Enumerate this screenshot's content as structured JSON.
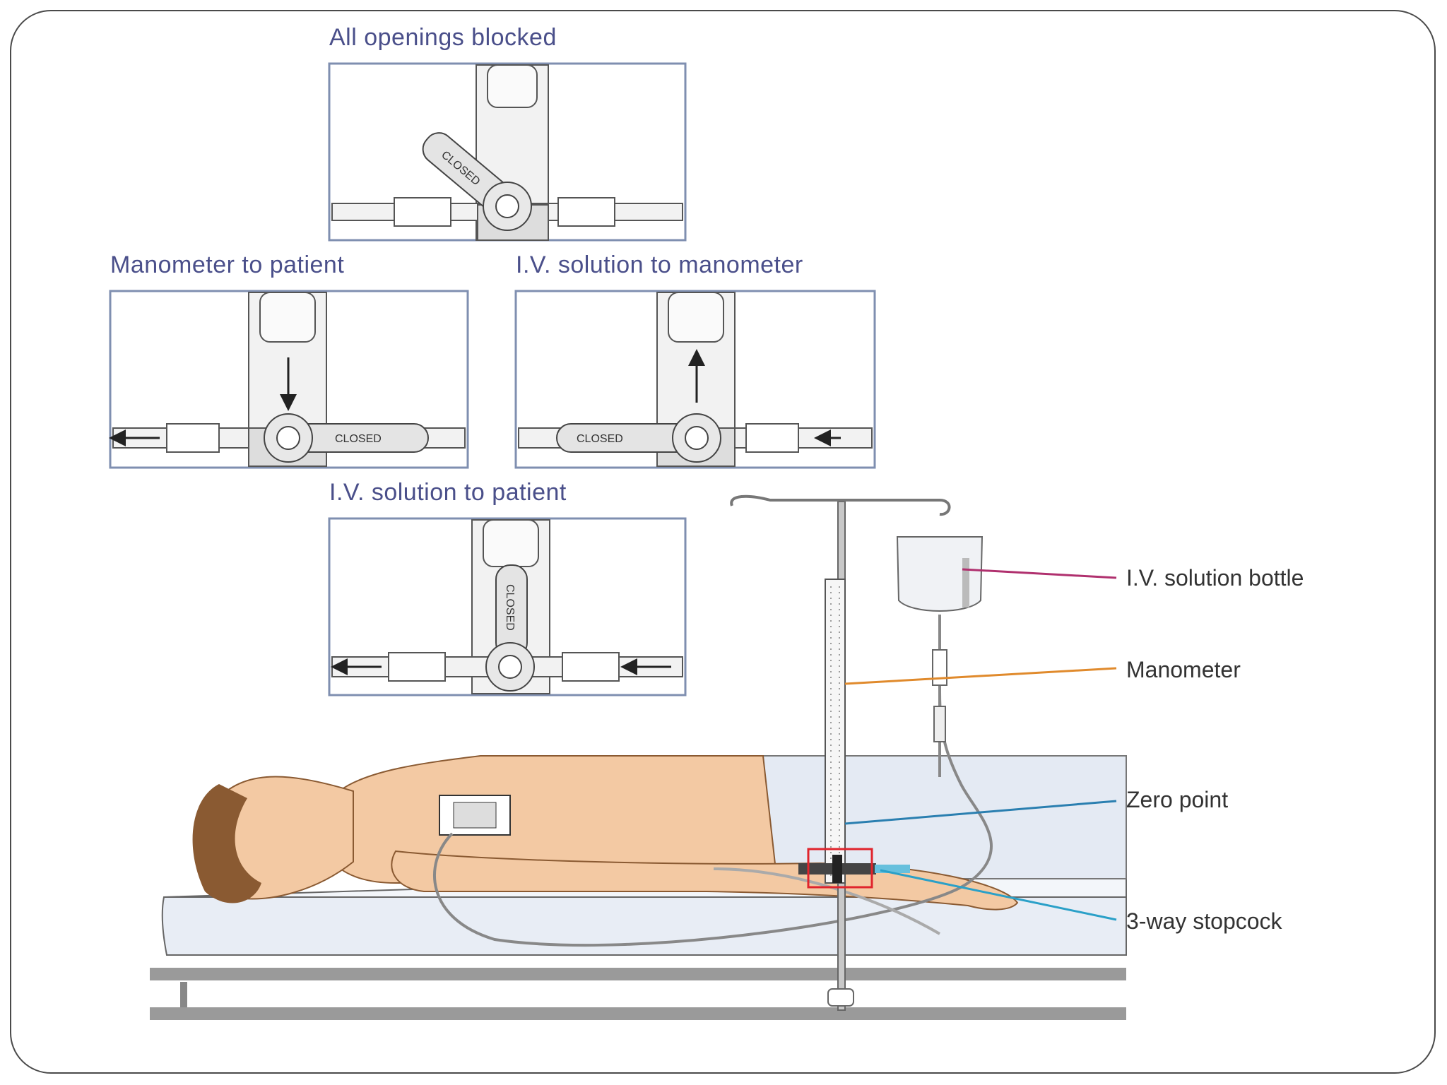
{
  "panels": {
    "all_blocked": {
      "title": "All openings blocked",
      "handle_label": "CLOSED"
    },
    "manometer_to_patient": {
      "title": "Manometer to patient",
      "handle_label": "CLOSED"
    },
    "iv_to_manometer": {
      "title": "I.V. solution to manometer",
      "handle_label": "CLOSED"
    },
    "iv_to_patient": {
      "title": "I.V. solution to patient",
      "handle_label": "CLOSED"
    }
  },
  "callouts": {
    "iv_bottle": "I.V. solution bottle",
    "manometer": "Manometer",
    "zero_point": "Zero point",
    "stopcock": "3-way stopcock"
  },
  "colors": {
    "panel_border": "#7f8fb0",
    "title_text": "#4a4f8a",
    "iv_bottle_line": "#b0306e",
    "manometer_line": "#e08a2c",
    "zero_point_line": "#2a7fb0",
    "stopcock_line": "#2aa0c8",
    "highlight_box": "#e0242c",
    "skin": "#f3c9a3",
    "hair": "#8a5a32",
    "mattress": "#e8edf5"
  }
}
